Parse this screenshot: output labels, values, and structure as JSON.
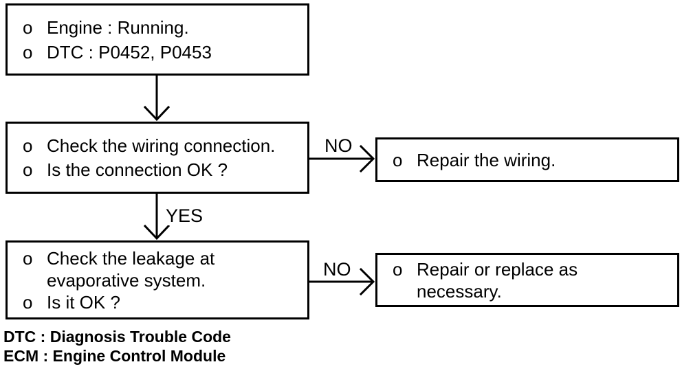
{
  "colors": {
    "ink": "#000000",
    "paper": "#ffffff"
  },
  "flowchart": {
    "bullet": "o",
    "boxes": {
      "start": {
        "items": [
          {
            "lines": [
              "Engine : Running."
            ]
          },
          {
            "lines": [
              "DTC : P0452, P0453"
            ]
          }
        ]
      },
      "check_wiring": {
        "items": [
          {
            "lines": [
              "Check the wiring connection."
            ]
          },
          {
            "lines": [
              "Is the connection OK ?"
            ]
          }
        ]
      },
      "repair_wiring": {
        "items": [
          {
            "lines": [
              "Repair the wiring."
            ]
          }
        ]
      },
      "check_leakage": {
        "items": [
          {
            "lines": [
              "Check the leakage at",
              "evaporative system."
            ]
          },
          {
            "lines": [
              "Is it OK ?"
            ]
          }
        ]
      },
      "repair_replace": {
        "items": [
          {
            "lines": [
              "Repair or replace as",
              "necessary."
            ]
          }
        ]
      }
    },
    "connectors": {
      "check_wiring_no": {
        "label": "NO"
      },
      "check_wiring_yes": {
        "label": "YES"
      },
      "check_leakage_no": {
        "label": "NO"
      }
    },
    "footnotes": [
      "DTC : Diagnosis Trouble Code",
      "ECM : Engine Control Module"
    ]
  }
}
